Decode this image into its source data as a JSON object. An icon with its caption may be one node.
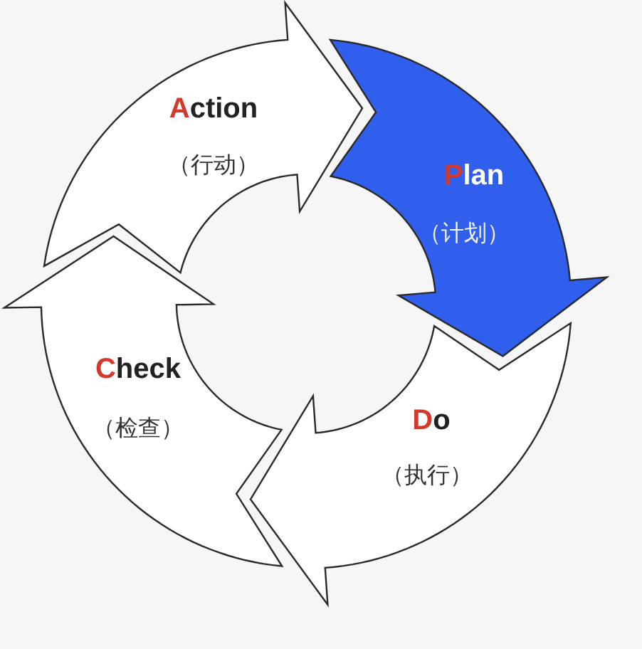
{
  "diagram": {
    "nodes": [
      {
        "text": [
          "Action",
          "（行动）"
        ]
      },
      {
        "text": [
          "Plan",
          "（计划）"
        ]
      },
      {
        "text": [
          "Check",
          "（检查）"
        ]
      },
      {
        "text": [
          "Do",
          "（执行）"
        ]
      }
    ]
  }
}
